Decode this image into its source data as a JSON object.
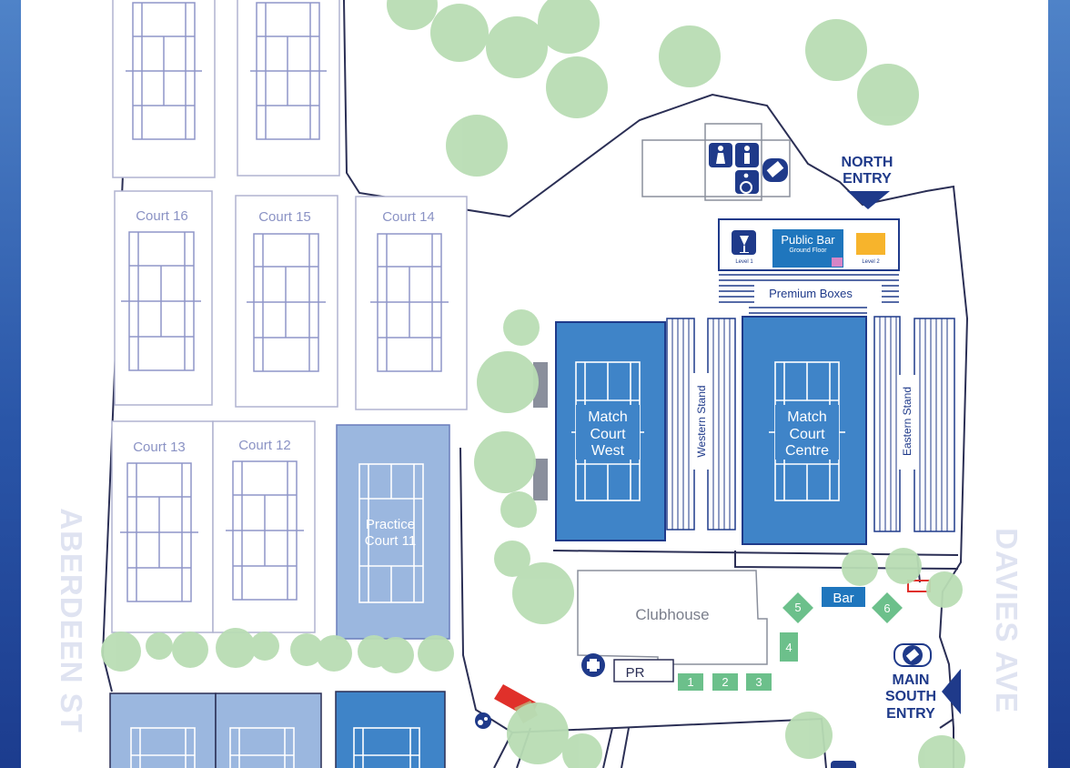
{
  "streets": {
    "left": "ABERDEEN ST",
    "right": "DAVIES AVE"
  },
  "courts": {
    "c16": "Court 16",
    "c15": "Court 15",
    "c14": "Court 14",
    "c13": "Court 13",
    "c12": "Court 12",
    "practice_line1": "Practice",
    "practice_line2": "Court 11"
  },
  "match_west": {
    "line1": "Match",
    "line2": "Court",
    "line3": "West"
  },
  "match_centre": {
    "line1": "Match",
    "line2": "Court",
    "line3": "Centre"
  },
  "stands": {
    "western": "Western Stand",
    "eastern": "Eastern Stand"
  },
  "public_bar": {
    "title": "Public Bar",
    "subtitle": "Ground Floor",
    "level1": "Level 1",
    "level2": "Level 2"
  },
  "premium_boxes": "Premium Boxes",
  "north_entry": {
    "line1": "NORTH",
    "line2": "ENTRY"
  },
  "south_entry": {
    "line1": "MAIN",
    "line2": "SOUTH",
    "line3": "ENTRY"
  },
  "clubhouse": "Clubhouse",
  "pr": "PR",
  "bar": "Bar",
  "facilities": [
    "1",
    "2",
    "3",
    "4",
    "5",
    "6"
  ],
  "icons": [
    "male-toilet-icon",
    "female-toilet-icon",
    "accessible-toilet-icon",
    "ticket-icon",
    "wine-glass-icon",
    "first-aid-icon",
    "baby-change-icon"
  ],
  "colors": {
    "match_court": "#3f84c8",
    "practice_court": "#9bb7df",
    "navy": "#1f3a8a",
    "tree": "#b9ddb4",
    "facility_green": "#6cc08b",
    "bar_blue": "#1f76bd",
    "level2_orange": "#f7b42c",
    "pink": "#d685c6",
    "outline": "#2b2f55"
  }
}
